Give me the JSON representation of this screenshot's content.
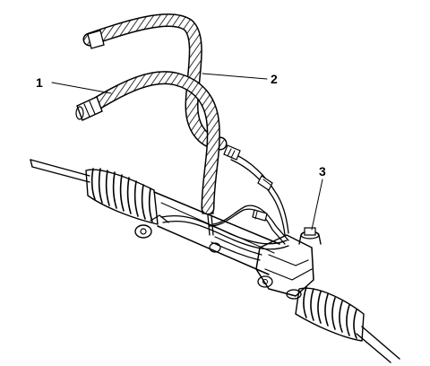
{
  "diagram": {
    "callouts": [
      {
        "id": "1",
        "label": "1"
      },
      {
        "id": "2",
        "label": "2"
      },
      {
        "id": "3",
        "label": "3"
      }
    ],
    "colors": {
      "ink": "#000000",
      "paper": "#ffffff",
      "hose_fill": "#ffffff"
    }
  }
}
